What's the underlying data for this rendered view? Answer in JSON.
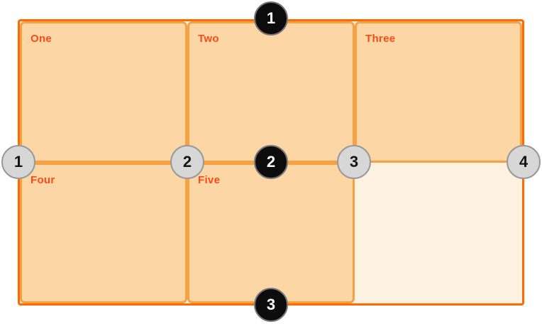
{
  "diagram": {
    "description": "CSS grid numbered lines diagram",
    "colors": {
      "page_background": "#ffffff",
      "container_border": "#ff6b00",
      "container_background": "#fdf2e2",
      "cell_border": "#f7a145",
      "cell_background": "#fcd7a5",
      "cell_label_text": "#f94b16",
      "row_marker_background": "#0c0c0c",
      "row_marker_text": "#ffffff",
      "row_marker_ring": "#787878",
      "column_marker_background": "#d7d7d8",
      "column_marker_text": "#141414",
      "column_marker_ring": "#999999"
    },
    "grid": {
      "columns": 3,
      "rows": 2,
      "cells": [
        {
          "label": "One"
        },
        {
          "label": "Two"
        },
        {
          "label": "Three"
        },
        {
          "label": "Four"
        },
        {
          "label": "Five"
        },
        {
          "label": ""
        }
      ],
      "row_line_markers": [
        {
          "number": "1"
        },
        {
          "number": "2"
        },
        {
          "number": "3"
        }
      ],
      "column_line_markers": [
        {
          "number": "1"
        },
        {
          "number": "2"
        },
        {
          "number": "3"
        },
        {
          "number": "4"
        }
      ]
    }
  }
}
